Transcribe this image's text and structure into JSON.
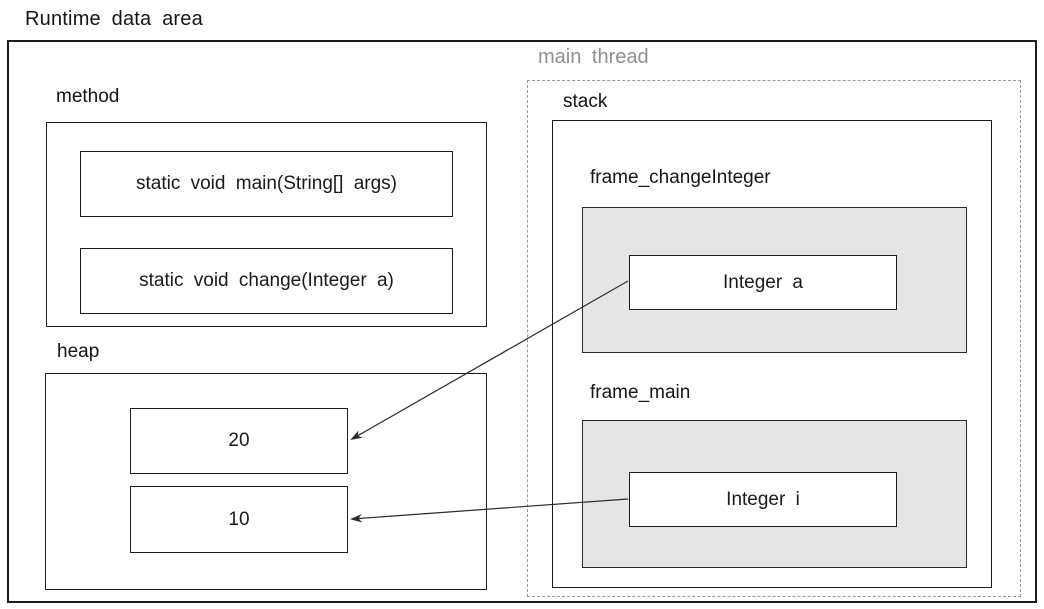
{
  "title": "Runtime data area",
  "colors": {
    "frame_fill": "#e5e5e5",
    "thread_label": "#8f8f8f",
    "line": "#2a2a2a"
  },
  "method_area": {
    "label": "method",
    "methods": [
      "static void main(String[] args)",
      "static void change(Integer a)"
    ]
  },
  "heap": {
    "label": "heap",
    "objects": [
      "20",
      "10"
    ]
  },
  "thread": {
    "label": "main thread",
    "stack": {
      "label": "stack",
      "frames": [
        {
          "label": "frame_changeInteger",
          "variable": "Integer a"
        },
        {
          "label": "frame_main",
          "variable": "Integer i"
        }
      ]
    }
  },
  "arrows": [
    {
      "from": "Integer a",
      "to": "20"
    },
    {
      "from": "Integer i",
      "to": "10"
    }
  ]
}
